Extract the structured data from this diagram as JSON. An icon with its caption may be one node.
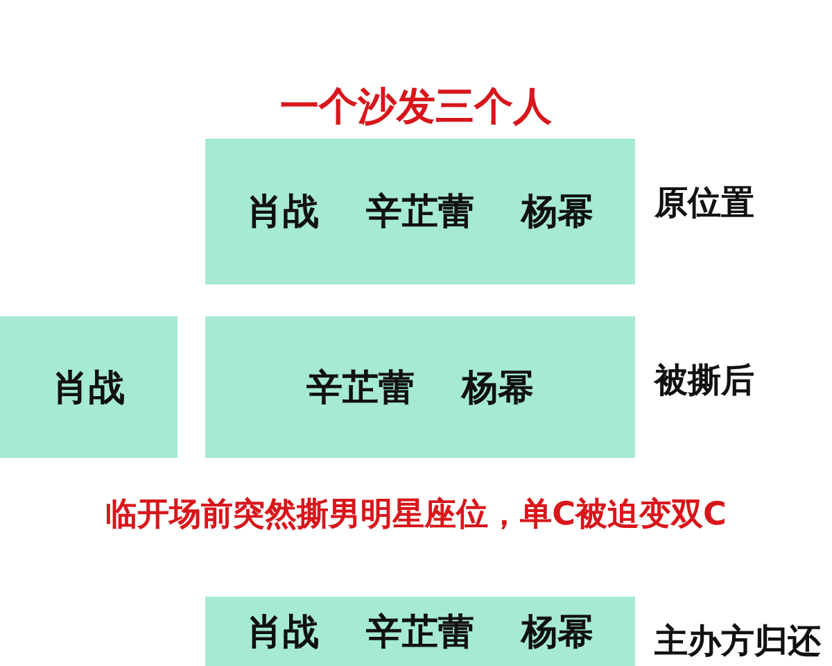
{
  "diagram": {
    "title": "一个沙发三个人",
    "nodes": [
      {
        "text": [
          "肖战",
          "辛芷蕾",
          "杨幂"
        ],
        "beside": [
          "原位置"
        ]
      },
      {
        "text": [
          "肖战"
        ]
      },
      {
        "text": [
          "辛芷蕾",
          "杨幂"
        ],
        "beside": [
          "被撕后"
        ]
      },
      {
        "text": [
          "肖战",
          "辛芷蕾",
          "杨幂"
        ],
        "beside": [
          "主办方归还"
        ]
      }
    ],
    "edges": [],
    "labels": [
      "临开场前突然撕男明星座位，单C被迫变双C"
    ]
  }
}
